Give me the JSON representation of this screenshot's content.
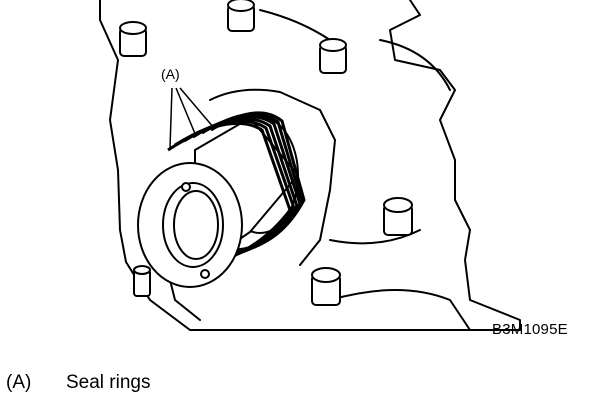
{
  "figure": {
    "callout": "(A)",
    "drawing_code": "B3M1095E"
  },
  "legend": [
    {
      "key": "(A)",
      "label": "Seal rings"
    }
  ]
}
